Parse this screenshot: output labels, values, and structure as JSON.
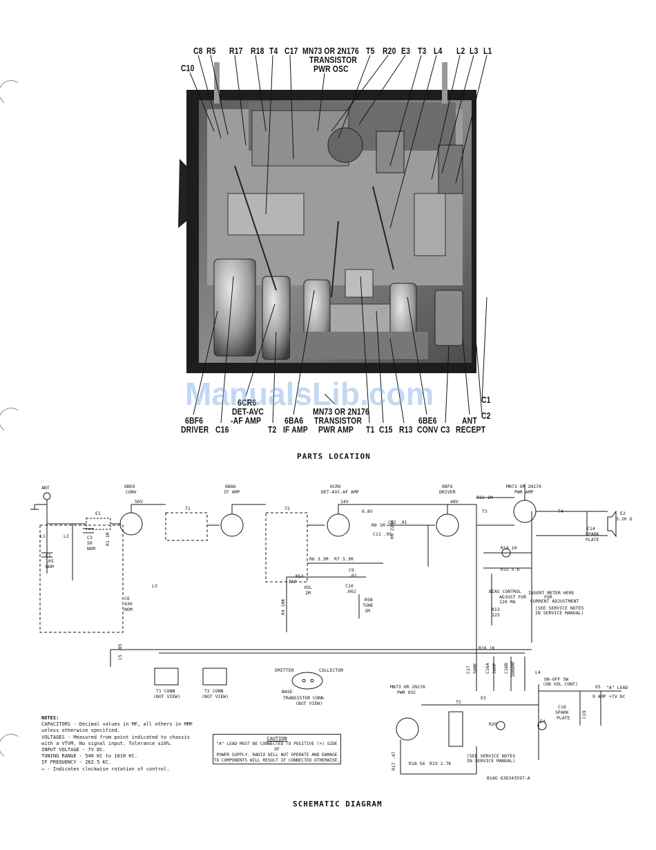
{
  "captions": {
    "parts_location": "PARTS LOCATION",
    "schematic": "SCHEMATIC DIAGRAM"
  },
  "watermark": "ManualsLib.com",
  "photo_labels_top": [
    "C8",
    "R5",
    "R17",
    "R18",
    "T4",
    "C17",
    "MN73 OR 2N176",
    "TRANSISTOR",
    "PWR OSC",
    "T5",
    "R20",
    "E3",
    "T3",
    "L4",
    "L2",
    "L3",
    "L1",
    "C10"
  ],
  "photo_labels_bottom": [
    "6BF6",
    "DRIVER",
    "C16",
    "6CR6",
    "DET-AVC",
    "-AF AMP",
    "T2",
    "6BA6",
    "IF AMP",
    "MN73 OR 2N176",
    "TRANSISTOR",
    "PWR AMP",
    "T1",
    "C15",
    "R13",
    "6BE6",
    "CONV",
    "C3",
    "ANT",
    "RECEPT",
    "C1",
    "C2"
  ],
  "tubes": [
    {
      "type": "6BE6",
      "func": "CONV"
    },
    {
      "type": "6BA6",
      "func": "IF AMP"
    },
    {
      "type": "6CR6",
      "func": "DET-AVC-AF AMP"
    },
    {
      "type": "6BF6",
      "func": "DRIVER"
    },
    {
      "type": "MN73 OR 2N176",
      "func": "PWR AMP"
    },
    {
      "type": "MN73 OR 2N176",
      "func": "PWR OSC"
    }
  ],
  "schematic_labels": {
    "ant": "ANT",
    "e1": "E1",
    "t1": "T1",
    "t2": "T2",
    "l1": "L1",
    "l2": "L2",
    "l3": "L3",
    "c1": "C1",
    "c1_val": "105",
    "c1_nom": "NOM",
    "c3": "C3",
    "c3_val": "50",
    "c3_nom": "NOM",
    "r1": "R1 1M",
    "c6": "C6",
    "c6_val": "430",
    "c6_nom": "NOM",
    "c5": "C5 .05",
    "r5a": "R5A",
    "tap": "TAP",
    "vol": "VOL",
    "vol_val": "2M",
    "r5b": "R5B",
    "tone": "TONE",
    "tone_val": "2M",
    "r6": "R6 3.3M",
    "r7": "R7 3.3M",
    "c9": "C9",
    "c9_val": ".01",
    "c10": "C10",
    "c10_val": ".002",
    "r4": "R4 10K",
    "r8": "R8 1M",
    "r9": "R9 220K",
    "c11": "C11 .05",
    "c12": "C12 .01",
    "r12": "R12 1M",
    "r14": "R14 10",
    "r15": "R15 5.6",
    "bias": "BIAS CONTROL",
    "bias_note1": "ADJUST FOR",
    "bias_note2": "120 MA",
    "bias_note3": "(SEE SERVICE NOTES",
    "bias_note4": "IN SERVICE MANUAL)",
    "r13": "R13",
    "r13_val": "125",
    "r16": "R16 1K",
    "meter1": "INSERT METER HERE",
    "meter2": "FOR",
    "meter3": "CURRENT ADJUSTMENT",
    "c14": "C14",
    "spark": "SPARK",
    "plate": "PLATE",
    "e2": "E2",
    "e2_val": "3.20 Ω",
    "t4": "T4",
    "t3": "T3",
    "l4": "L4",
    "c16a": "C16A",
    "c16a_val": "50MF",
    "c16b": "C16B",
    "c16b_val": "1000MF",
    "c17": "C17",
    "c17_val": "50MF",
    "onoff": "ON-OFF SW",
    "onoff2": "(ON VOL CONT)",
    "e5": "E5",
    "amp9": "9 AMP",
    "alead": "\"A\" LEAD",
    "v7dc": "+7V DC",
    "c18": "C18",
    "c19": "C19",
    "e3": "E3",
    "e4": "E4",
    "t5": "T5",
    "r17": "R17 .47",
    "r18": "R18 56",
    "r19": "R19 2.7K",
    "r20": "R20",
    "svc1": "(SEE SERVICE NOTES",
    "svc2": "IN SERVICE MANUAL)",
    "doc_no": "B1AG 63D343597-A",
    "emitter": "EMITTER",
    "collector": "COLLECTOR",
    "base": "BASE",
    "tconn": "TRANSISTOR CONN",
    "botview": "(BOT VIEW)",
    "t1conn": "T1 CONN",
    "t2conn": "T2 CONN",
    "v50": "50V",
    "v14": "14V",
    "v48": "48V",
    "v6_8": "6.8V"
  },
  "notes": {
    "heading": "NOTES:",
    "lines": [
      "CAPACITORS - Decimal values in MF, all others in MMF",
      "  unless otherwise specified.",
      "VOLTAGES - Measured from point indicated to chassis",
      "  with a VTVM.  No signal input.  Tolerance ±10%.",
      "INPUT VOLTAGE - 7V DC.",
      "TUNING RANGE - 540 KC to 1610 KC.",
      "IF FREQUENCY - 262.5 KC.",
      "→ - Indicates clockwise rotation of control."
    ]
  },
  "caution": {
    "title": "CAUTION",
    "lines": [
      "\"A\" LEAD MUST BE CONNECTED TO POSITIVE (+) SIDE OF",
      "POWER SUPPLY.  RADIO WILL NOT OPERATE AND DAMAGE",
      "TO COMPONENTS WILL RESULT IF CONNECTED OTHERWISE."
    ]
  }
}
